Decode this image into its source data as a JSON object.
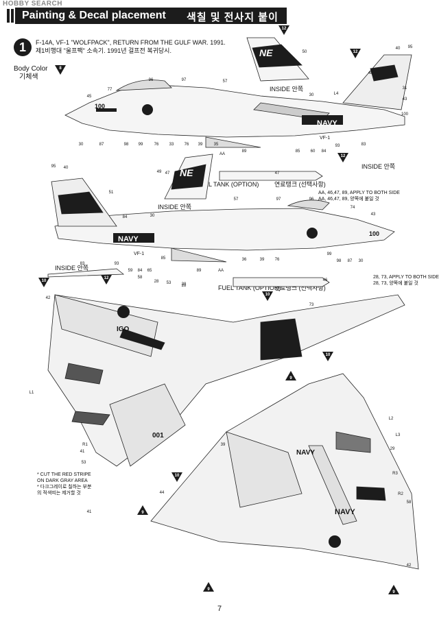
{
  "watermark": "HOBBY SEARCH",
  "header": {
    "title_en": "Painting & Decal placement",
    "title_ko": "색칠 및 전사지 붙이기"
  },
  "scheme": {
    "number": "1",
    "desc_en": "F-14A, VF-1 \"WOLFPACK\", RETURN FROM THE GULF WAR. 1991.",
    "desc_ko": "제1비행대  \"울프팩\" 소속기.  1991년 걸프전 복귀당시."
  },
  "body_color": {
    "en": "Body Color",
    "ko": "기체색",
    "code": "8"
  },
  "labels": {
    "inside_ko": "안쪽",
    "inside_en": "INSIDE",
    "fuel_tank": "FUEL TANK (OPTION)",
    "fuel_tank_ko": "연료탱크 (선택사항)",
    "apply_both_1": "AA, 46,47, 89, APPLY TO BOTH SIDE",
    "apply_both_1_ko": "AA, 46,47, 89, 양쪽에 붙일 것",
    "apply_both_2": "28, 73, APPLY TO BOTH SIDE",
    "apply_both_2_ko": "28, 73, 양쪽에 붙일 것",
    "cut_note_1": "* CUT THE RED STRIPE",
    "cut_note_2": "ON DARK GRAY AREA",
    "cut_note_ko_1": "* 다크그레이로 칠하는 부분",
    "cut_note_ko_2": "의 적색띠는 제거할 것"
  },
  "markings": {
    "navy": "NAVY",
    "ne": "NE",
    "modex": "100",
    "modex_top": "IGO",
    "modex_bottom": "001",
    "sq": "VF-1"
  },
  "paint_codes": [
    "12",
    "12",
    "12",
    "12",
    "10",
    "10",
    "10",
    "10",
    "9",
    "9",
    "9",
    "9"
  ],
  "page_number": "7",
  "callouts_top": [
    "77",
    "96",
    "97",
    "45",
    "57",
    "30",
    "L4",
    "50",
    "40",
    "95",
    "48",
    "31",
    "43",
    "100",
    "30",
    "87",
    "98",
    "99",
    "76",
    "33",
    "76",
    "39",
    "35",
    "AA",
    "89",
    "85",
    "60",
    "84",
    "93",
    "83",
    "47",
    "49"
  ],
  "callouts_mid": [
    "95",
    "40",
    "51",
    "30",
    "84",
    "57",
    "97",
    "96",
    "74",
    "43",
    "83",
    "93",
    "59",
    "84",
    "65",
    "85",
    "89",
    "AA",
    "36",
    "39",
    "76",
    "99",
    "98",
    "87",
    "30",
    "46",
    "47"
  ],
  "callouts_low": [
    "42",
    "58",
    "28",
    "53",
    "28",
    "73",
    "28",
    "L1",
    "R1",
    "53",
    "41",
    "44",
    "41",
    "39",
    "L2",
    "L3",
    "29",
    "R3",
    "R2",
    "58",
    "42"
  ]
}
